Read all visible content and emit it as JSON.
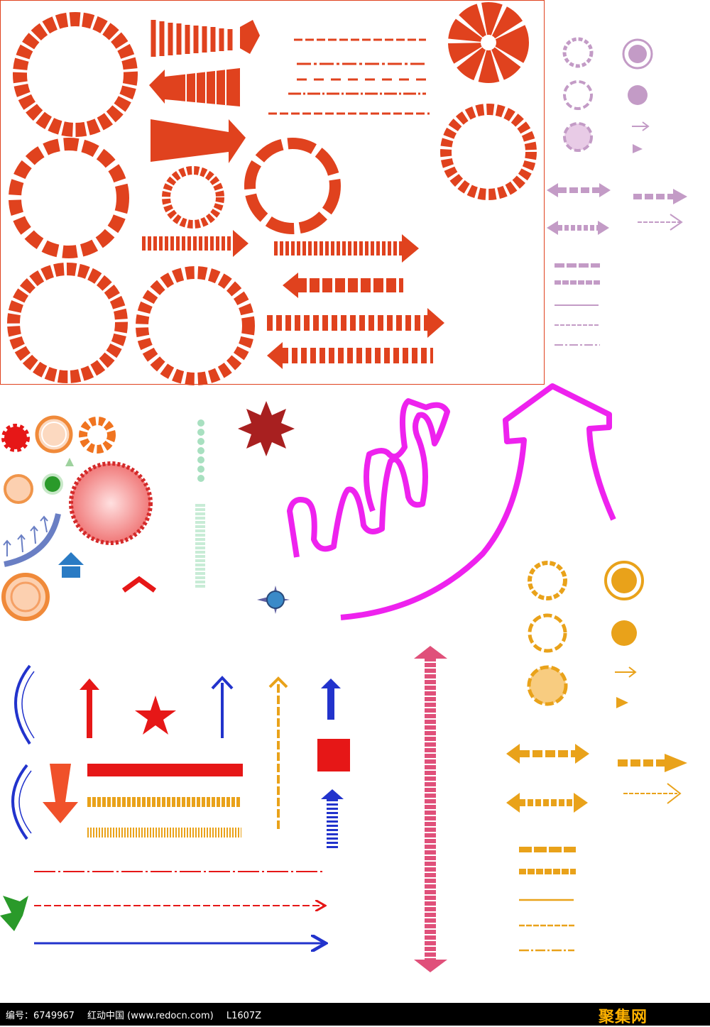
{
  "footer": {
    "id_text": "编号：6749967",
    "site_text": "红动中国 (www.redocn.com)",
    "code_text": "L1607Z",
    "brand_text": "聚集网"
  },
  "colors": {
    "orange_red": "#e0421e",
    "pink_violet": "#c39bc6",
    "magenta": "#ee22ee",
    "amber": "#e9a21a",
    "blue": "#2233cc",
    "red": "#e61717",
    "pink": "#e0507a",
    "dark_red": "#a82020",
    "green": "#2a9a2a",
    "mint": "#a8e0c0"
  }
}
